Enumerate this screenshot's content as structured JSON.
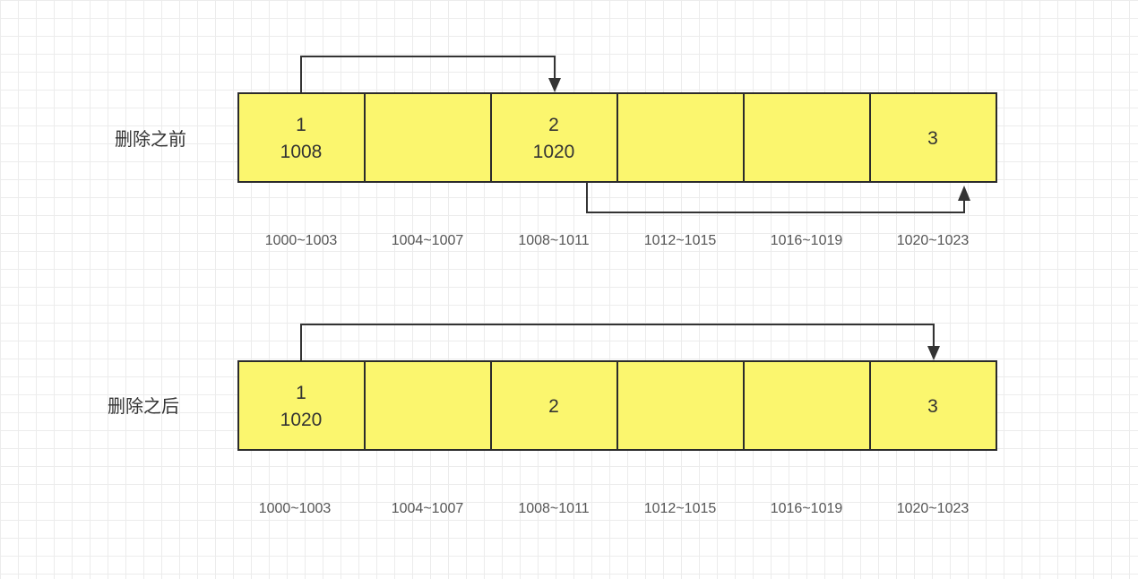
{
  "diagrams": [
    {
      "label": "删除之前",
      "cells": [
        {
          "top": "1",
          "bottom": "1008"
        },
        {
          "top": "",
          "bottom": ""
        },
        {
          "top": "2",
          "bottom": "1020"
        },
        {
          "top": "",
          "bottom": ""
        },
        {
          "top": "",
          "bottom": ""
        },
        {
          "top": "3",
          "bottom": ""
        }
      ],
      "addresses": [
        "1000~1003",
        "1004~1007",
        "1008~1011",
        "1012~1015",
        "1016~1019",
        "1020~1023"
      ]
    },
    {
      "label": "删除之后",
      "cells": [
        {
          "top": "1",
          "bottom": "1020"
        },
        {
          "top": "",
          "bottom": ""
        },
        {
          "top": "2",
          "bottom": ""
        },
        {
          "top": "",
          "bottom": ""
        },
        {
          "top": "",
          "bottom": ""
        },
        {
          "top": "3",
          "bottom": ""
        }
      ],
      "addresses": [
        "1000~1003",
        "1004~1007",
        "1008~1011",
        "1012~1015",
        "1016~1019",
        "1020~1023"
      ]
    }
  ]
}
